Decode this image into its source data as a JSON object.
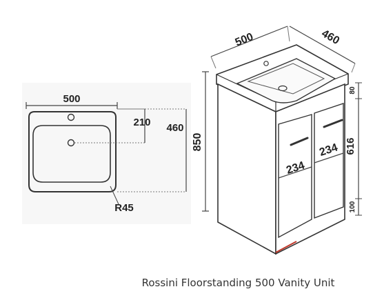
{
  "caption": "Rossini Floorstanding 500 Vanity Unit",
  "plan_view": {
    "width": "500",
    "tap_offset": "210",
    "depth": "460",
    "corner_radius": "R45"
  },
  "iso_view": {
    "width": "500",
    "depth": "460",
    "height": "850",
    "top_gap": "80",
    "door_height": "616",
    "plinth": "100",
    "left_door_width": "234",
    "right_door_width": "234"
  },
  "colors": {
    "line": "#333333",
    "dim_line": "#444444",
    "panel_bg": "#f7f7f7",
    "accent": "#c0392b"
  }
}
